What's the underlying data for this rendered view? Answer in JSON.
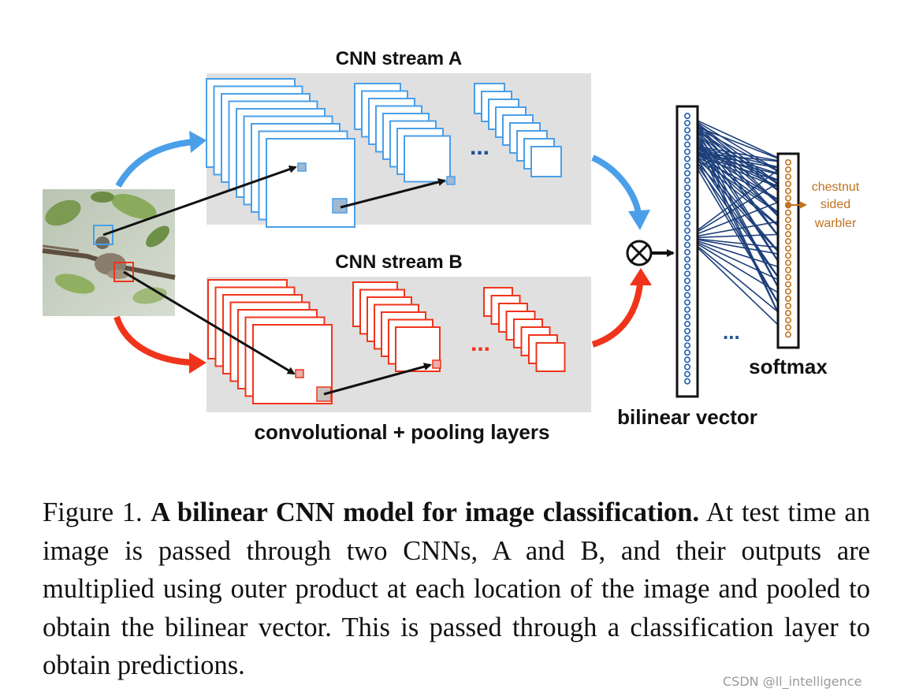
{
  "diagram": {
    "stream_a_title": "CNN stream A",
    "stream_b_title": "CNN stream B",
    "layers_label": "convolutional + pooling layers",
    "bilinear_label": "bilinear vector",
    "softmax_label": "softmax",
    "class_label_lines": [
      "chestnut",
      "sided",
      "warbler"
    ],
    "ellipsis": "...",
    "outer_product_symbol": "⊗",
    "colors": {
      "stream_a": "#4a9fe8",
      "stream_b": "#f0341c",
      "panel_bg": "#e0e0e0",
      "bilinear_nodes": "#1a5fb0",
      "softmax_nodes": "#c0721e",
      "connections": "#1d3f7a"
    }
  },
  "caption": {
    "figure_label": "Figure 1.",
    "title": "A bilinear CNN model for image classification.",
    "body": "At test time an image is passed through two CNNs, A and B, and their outputs are multiplied using outer product at each location of the image and pooled to obtain the bilinear vector. This is passed through a classification layer to obtain predictions."
  },
  "watermark": "CSDN @ll_intelligence"
}
